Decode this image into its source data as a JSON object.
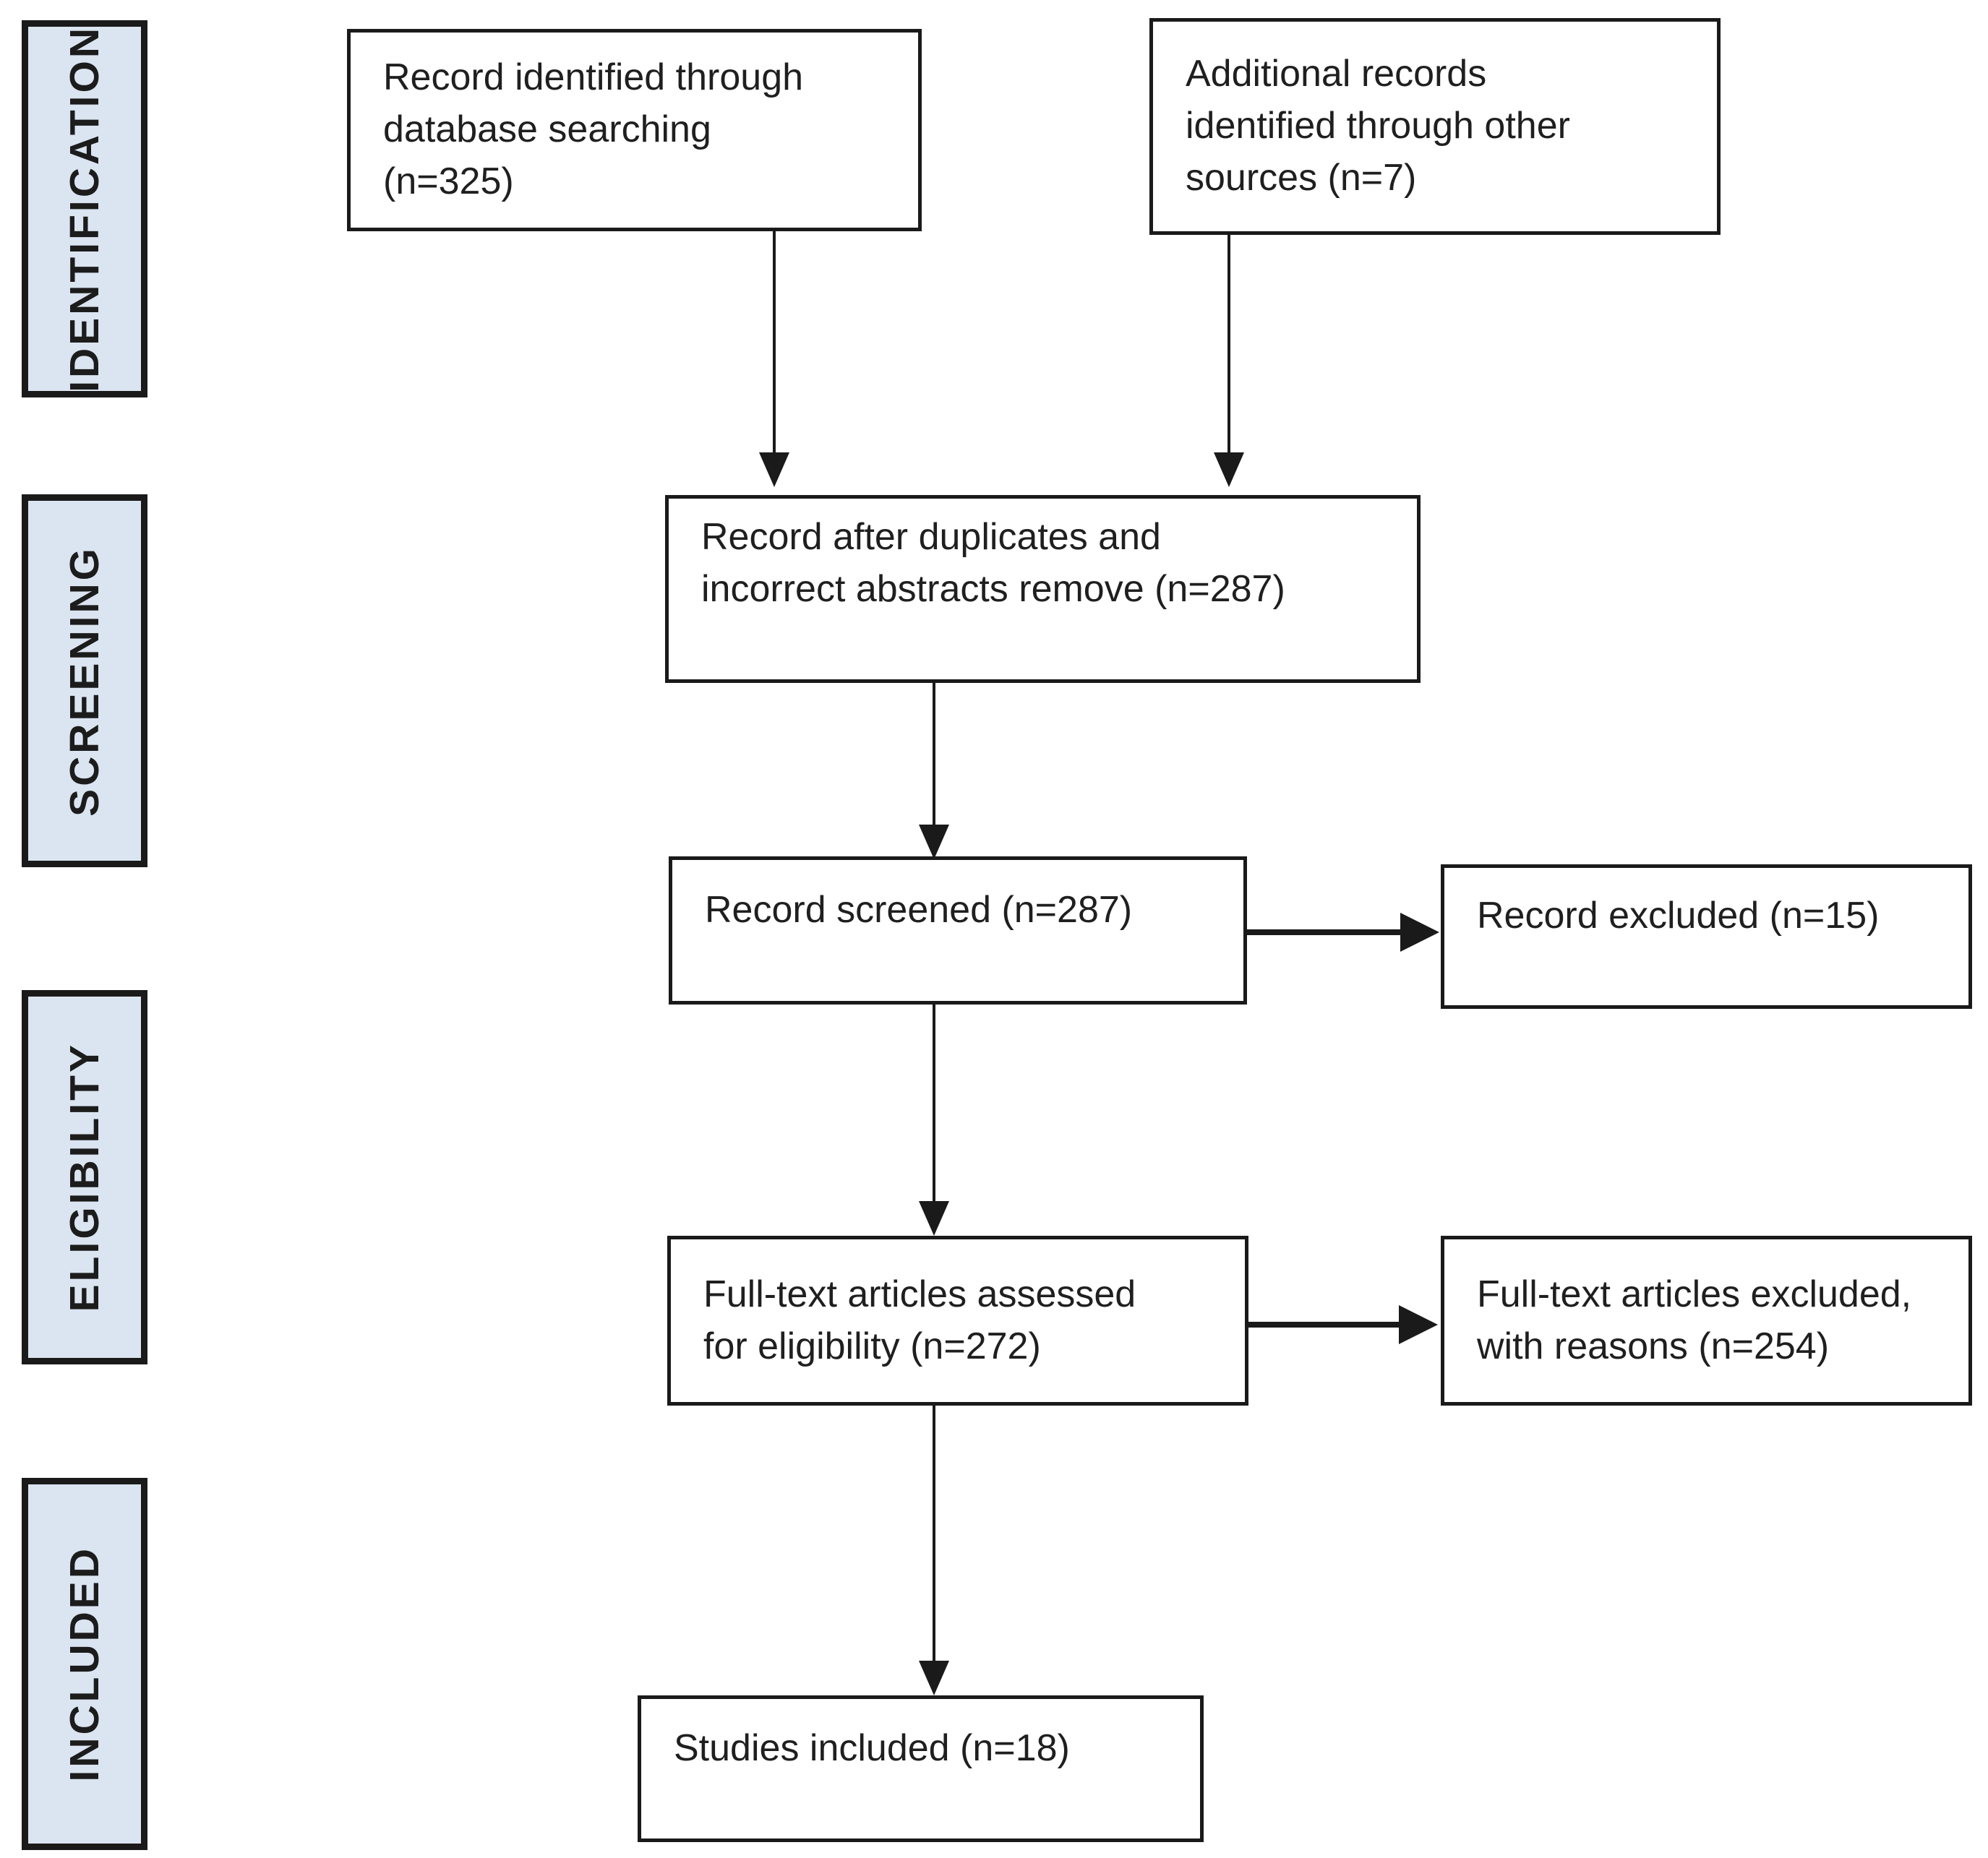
{
  "colors": {
    "stage_fill": "#dbe5f1",
    "line_color": "#1a1a1a",
    "background": "#ffffff"
  },
  "stages": [
    {
      "id": "identification",
      "label": "IDENTIFICATION"
    },
    {
      "id": "screening",
      "label": "SCREENING"
    },
    {
      "id": "eligibility",
      "label": "ELIGIBILITY"
    },
    {
      "id": "included",
      "label": "INCLUDED"
    }
  ],
  "nodes": [
    {
      "id": "records-identified",
      "lines": [
        "Record identified through",
        "database searching",
        "(n=325)"
      ]
    },
    {
      "id": "additional-records",
      "lines": [
        "Additional records",
        "identified through other",
        "sources (n=7)"
      ]
    },
    {
      "id": "after-duplicates",
      "lines": [
        "Record after duplicates and",
        "incorrect abstracts remove (n=287)"
      ]
    },
    {
      "id": "records-screened",
      "lines": [
        "Record screened (n=287)"
      ]
    },
    {
      "id": "records-excluded",
      "lines": [
        "Record excluded (n=15)"
      ]
    },
    {
      "id": "fulltext-assessed",
      "lines": [
        "Full-text articles assessed",
        "for eligibility (n=272)"
      ]
    },
    {
      "id": "fulltext-excluded",
      "lines": [
        "Full-text articles excluded,",
        "with reasons (n=254)"
      ]
    },
    {
      "id": "studies-included",
      "lines": [
        "Studies included (n=18)"
      ]
    }
  ]
}
